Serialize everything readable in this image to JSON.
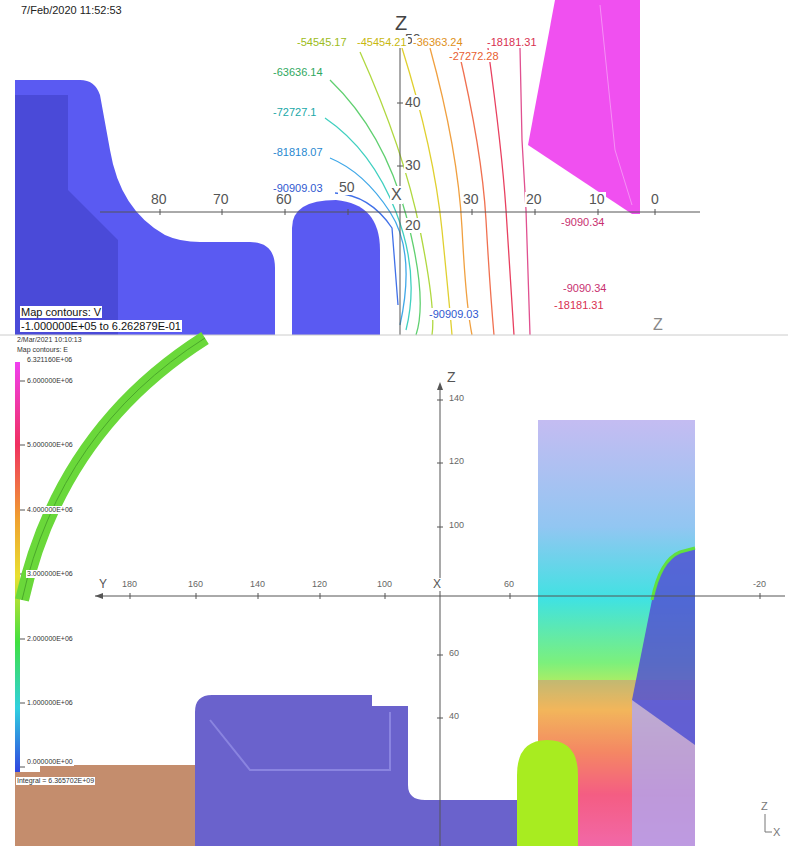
{
  "diagram": {
    "labels": [
      "7/Feb/2020 11:52:53",
      "Z",
      "50",
      "40",
      "30",
      "20",
      "80",
      "70",
      "60",
      "50",
      "X",
      "30",
      "20",
      "10",
      "0",
      "-54545.17",
      "-45454.21",
      "-36363.24",
      "-27272.28",
      "-18181.31",
      "-9090.34",
      "-63636.14",
      "-72727.1",
      "-81818.07",
      "-90909.03",
      "-9090.34",
      "-18181.31",
      "-90909.03",
      "Map contours: V",
      "-1.000000E+05 to 6.262879E-01",
      "Z",
      "2/Mar/2021 10:10:13",
      "Map contours: E",
      "6.321160E+06",
      "6.000000E+06",
      "5.000000E+06",
      "4.000000E+06",
      "3.000000E+06",
      "2.000000E+06",
      "1.000000E+06",
      "0.000000E+00",
      "Integral = 6.365702E+09",
      "Z",
      "140",
      "120",
      "100",
      "60",
      "40",
      "Y",
      "180",
      "160",
      "140",
      "120",
      "100",
      "X",
      "60",
      "-20",
      "Z",
      "X"
    ]
  }
}
